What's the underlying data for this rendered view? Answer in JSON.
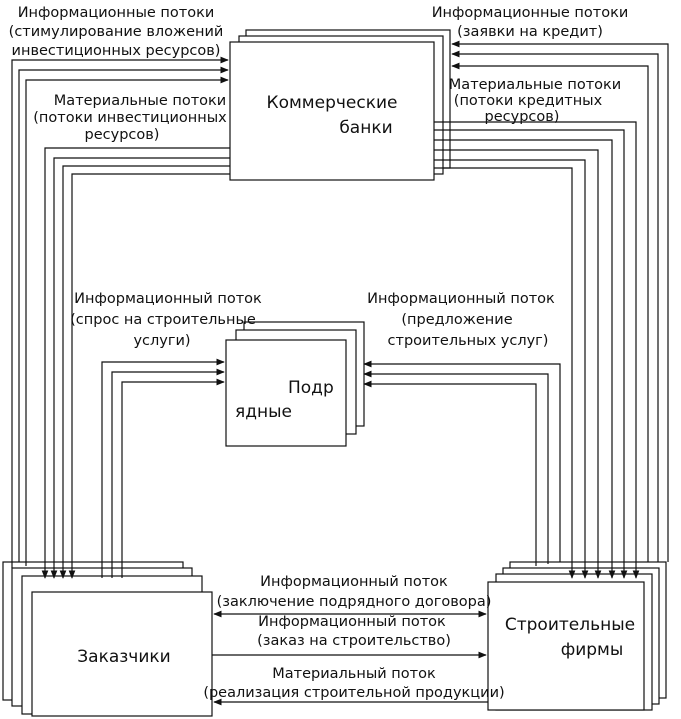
{
  "nodes": {
    "banks": {
      "line1": "Коммерческие",
      "line2": "банки"
    },
    "contractors": {
      "line1": "Подр",
      "line2": "ядные"
    },
    "customers": {
      "label": "Заказчики"
    },
    "firms": {
      "line1": "Строительные",
      "line2": "фирмы"
    }
  },
  "labels": {
    "info_invest": [
      "Информационные потоки",
      "(стимулирование вложений",
      "инвестиционных ресурсов)"
    ],
    "info_credit": [
      "Информационные потоки",
      "(заявки на кредит)"
    ],
    "mat_credit": [
      "Материальные потоки",
      "(потоки кредитных",
      "ресурсов)"
    ],
    "mat_invest": [
      "Материальные потоки",
      "(потоки инвестиционных",
      "ресурсов)"
    ],
    "info_demand": [
      "Информационный поток",
      "(спрос на строительные",
      "услуги)"
    ],
    "info_offer": [
      "Информационный поток",
      "(предложение",
      "строительных услуг)"
    ],
    "info_contract": [
      "Информационный поток",
      "(заключение подрядного договора)"
    ],
    "info_order": [
      "Информационный поток",
      "(заказ на строительство)"
    ],
    "mat_realization": [
      "Материальный поток",
      "(реализация строительной продукции)"
    ]
  }
}
